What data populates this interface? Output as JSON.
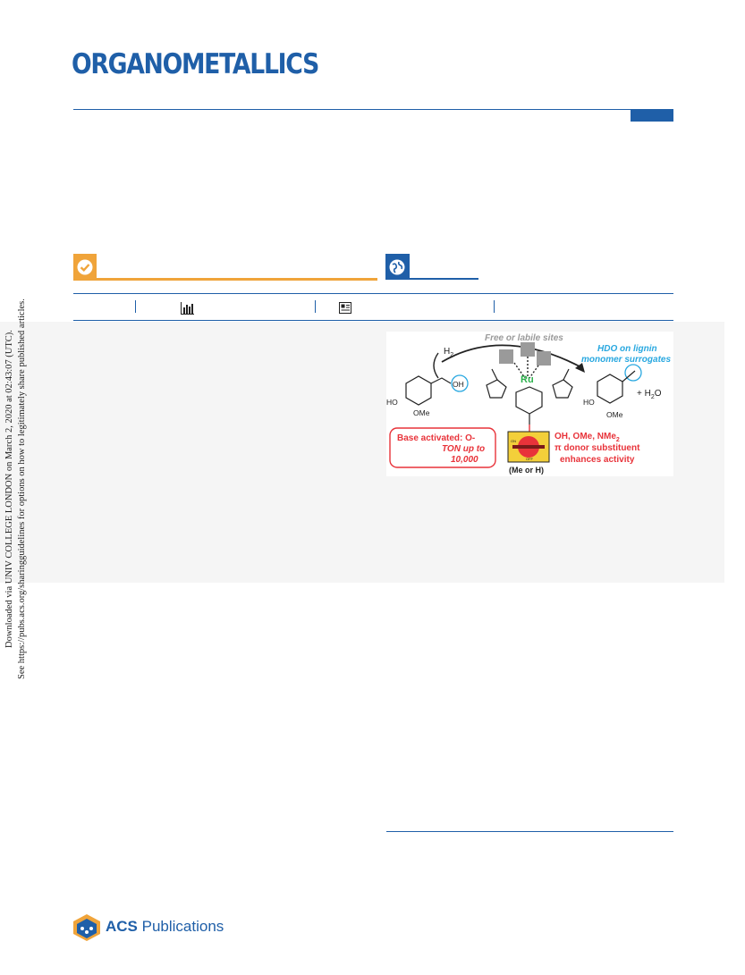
{
  "journal": {
    "title": "ORGANOMETALLICS"
  },
  "side_note": {
    "line1": "Downloaded via UNIV COLLEGE LONDON on March 2, 2020 at 02:43:07 (UTC).",
    "line2": "See https://pubs.acs.org/sharingguidelines for options on how to legitimately share published articles."
  },
  "icons": {
    "cite": "check-circle-icon",
    "open_access": "globe-icon",
    "metrics": "bar-chart-icon",
    "recommended": "article-icon"
  },
  "toc_graphic": {
    "free_sites": "Free or labile sites",
    "hdo_line1": "HDO on lignin",
    "hdo_line2": "monomer surrogates",
    "h2": "H",
    "h2_sub": "2",
    "ru": "Ru",
    "oh": "OH",
    "ho_left": "HO",
    "ome_left": "OMe",
    "ho_right": "HO",
    "ome_right": "OMe",
    "plus_water": "+ H",
    "water_sub": "2",
    "water_o": "O",
    "base_line1": "Base activated:  O-",
    "base_line2": "TON up to",
    "base_line3": "10,000",
    "donor_line1": "OH, OMe, NMe",
    "donor_sub": "2",
    "donor_line2": "π donor substituent",
    "donor_line3": "enhances activity",
    "switch_on": "ON",
    "switch_off": "OFF",
    "me_or_h": "(Me or H)"
  },
  "footer": {
    "logo_bold": "ACS",
    "logo_text": " Publications"
  },
  "colors": {
    "brand": "#1f5fa8",
    "cite_badge": "#f0a43a",
    "highlight_red": "#e8333a",
    "hdo_blue": "#29a8e0"
  }
}
